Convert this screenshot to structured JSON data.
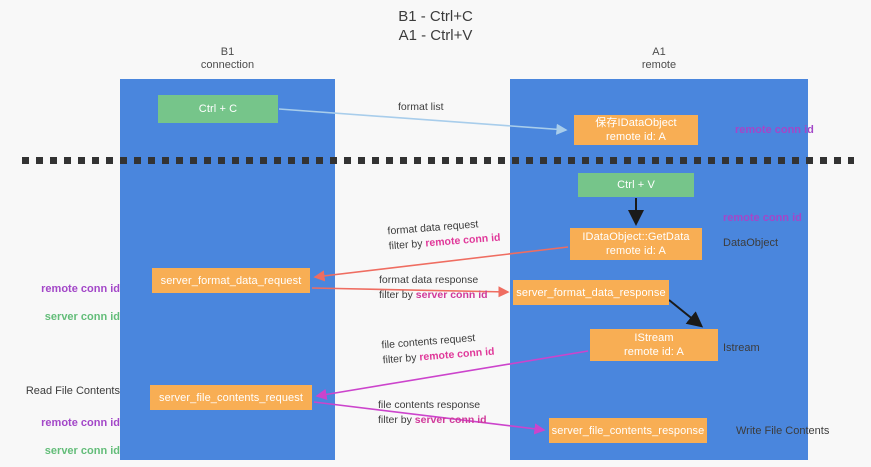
{
  "diagram": {
    "title": "B1 - Ctrl+C\nA1 - Ctrl+V",
    "type": "sequence-flow-diagram"
  },
  "lanes": [
    {
      "id": "b1",
      "header": "B1\nconnection",
      "color": "#4a86dd"
    },
    {
      "id": "a1",
      "header": "A1\nremote",
      "color": "#4a86dd"
    }
  ],
  "nodes": {
    "ctrl_c": "Ctrl + C",
    "save_idataobject": "保存IDataObject\nremote id: A",
    "ctrl_v": "Ctrl + V",
    "idataobject_getdata": "IDataObject::GetData\nremote id: A",
    "server_format_data_request": "server_format_data_request",
    "server_format_data_response": "server_format_data_response",
    "istream": "IStream\nremote id: A",
    "server_file_contents_request": "server_file_contents_request",
    "server_file_contents_response": "server_file_contents_response"
  },
  "edge_labels": {
    "format_list": "format list",
    "format_data_request": "format data request",
    "format_data_request_filter_prefix": "filter by ",
    "format_data_request_filter_key": "remote conn id",
    "format_data_response": "format data response",
    "format_data_response_filter_prefix": "filter by ",
    "format_data_response_filter_key": "server conn id",
    "file_contents_request": "file contents request",
    "file_contents_request_filter_prefix": "filter by ",
    "file_contents_request_filter_key": "remote conn id",
    "file_contents_response": "file contents response",
    "file_contents_response_filter_prefix": "filter by ",
    "file_contents_response_filter_key": "server conn id"
  },
  "side_labels": {
    "remote_conn_id_top": "remote conn id",
    "remote_conn_id_mid": "remote conn id",
    "dataobject": "DataObject",
    "istream": "Istream",
    "write_file_contents": "Write File Contents",
    "read_file_contents": "Read File Contents",
    "left_remote_conn_id_1": "remote conn id",
    "left_server_conn_id_1": "server conn id",
    "left_remote_conn_id_2": "remote conn id",
    "left_server_conn_id_2": "server conn id"
  },
  "colors": {
    "lane": "#4a86dd",
    "node_green": "#76c58a",
    "node_orange": "#f8ae54",
    "accent_purple": "#a347c8",
    "accent_green": "#63bd79",
    "highlight_pink": "#e0399a",
    "arrow_blue": "#a8cdeb",
    "arrow_red": "#ef6d61",
    "arrow_magenta": "#cc44cc",
    "arrow_black": "#1a1a1a",
    "divider": "#333333",
    "background": "#f8f8f8"
  }
}
